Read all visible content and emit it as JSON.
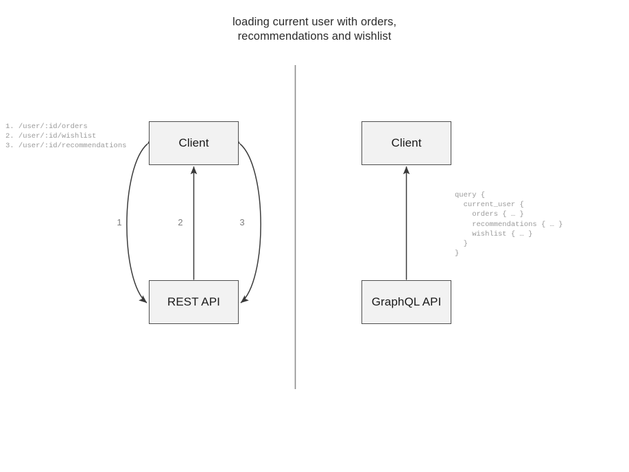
{
  "title": {
    "line1": "loading current user with orders,",
    "line2": "recommendations and wishlist",
    "full": "loading current user with orders,\nrecommendations and wishlist"
  },
  "divider": {
    "orientation": "vertical",
    "color": "#8c8c8c"
  },
  "rest_panel": {
    "client_box_label": "Client",
    "api_box_label": "REST API",
    "endpoint_list": "1. /user/:id/orders\n2. /user/:id/wishlist\n3. /user/:id/recommendations",
    "endpoints": [
      {
        "number": "1.",
        "path": "/user/:id/orders"
      },
      {
        "number": "2.",
        "path": "/user/:id/wishlist"
      },
      {
        "number": "3.",
        "path": "/user/:id/recommendations"
      }
    ],
    "edges": [
      {
        "label": "1",
        "shape": "curve-left",
        "direction": "bidirectional"
      },
      {
        "label": "2",
        "shape": "straight",
        "direction": "bidirectional"
      },
      {
        "label": "3",
        "shape": "curve-right",
        "direction": "bidirectional"
      }
    ]
  },
  "graphql_panel": {
    "client_box_label": "Client",
    "api_box_label": "GraphQL API",
    "query": "query {\n  current_user {\n    orders { … }\n    recommendations { … }\n    wishlist { … }\n  }\n}",
    "edges": [
      {
        "label": "",
        "shape": "straight",
        "direction": "bidirectional"
      }
    ]
  },
  "colors": {
    "box_fill": "#f2f2f2",
    "box_border": "#4d4d4d",
    "edge_stroke": "#3a3a3a",
    "title_text": "#2b2b2b",
    "code_text": "#9a9a9a",
    "label_text": "#7d7d7d",
    "divider": "#8c8c8c",
    "background": "#ffffff"
  }
}
